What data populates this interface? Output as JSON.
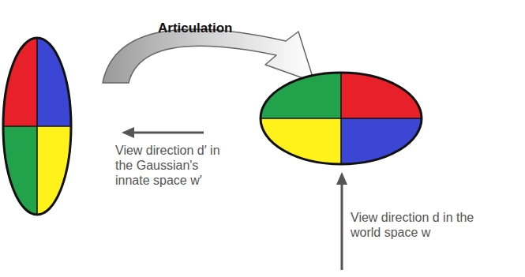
{
  "diagram": {
    "labels": [
      "Articulation",
      "View direction d′ in the Gaussian's innate space w′",
      "View direction d in the world space w"
    ]
  }
}
